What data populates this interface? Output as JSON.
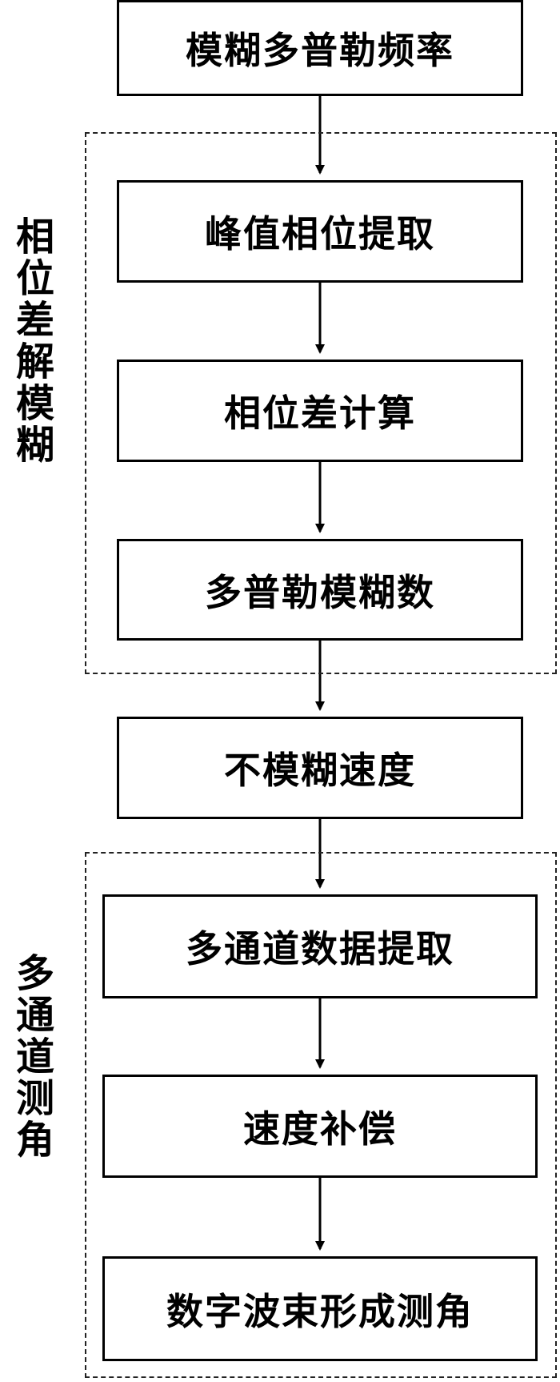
{
  "nodes": {
    "blur_doppler_freq": "模糊多普勒频率",
    "peak_phase_extract": "峰值相位提取",
    "phase_diff_calc": "相位差计算",
    "doppler_ambiguity_num": "多普勒模糊数",
    "unambiguous_velocity": "不模糊速度",
    "multichannel_data_extract": "多通道数据提取",
    "velocity_compensation": "速度补偿",
    "dbf_angle_measure": "数字波束形成测角"
  },
  "groups": {
    "phase_diff_deambiguity": "相位差解模糊",
    "multichannel_angle": "多通道测角"
  }
}
